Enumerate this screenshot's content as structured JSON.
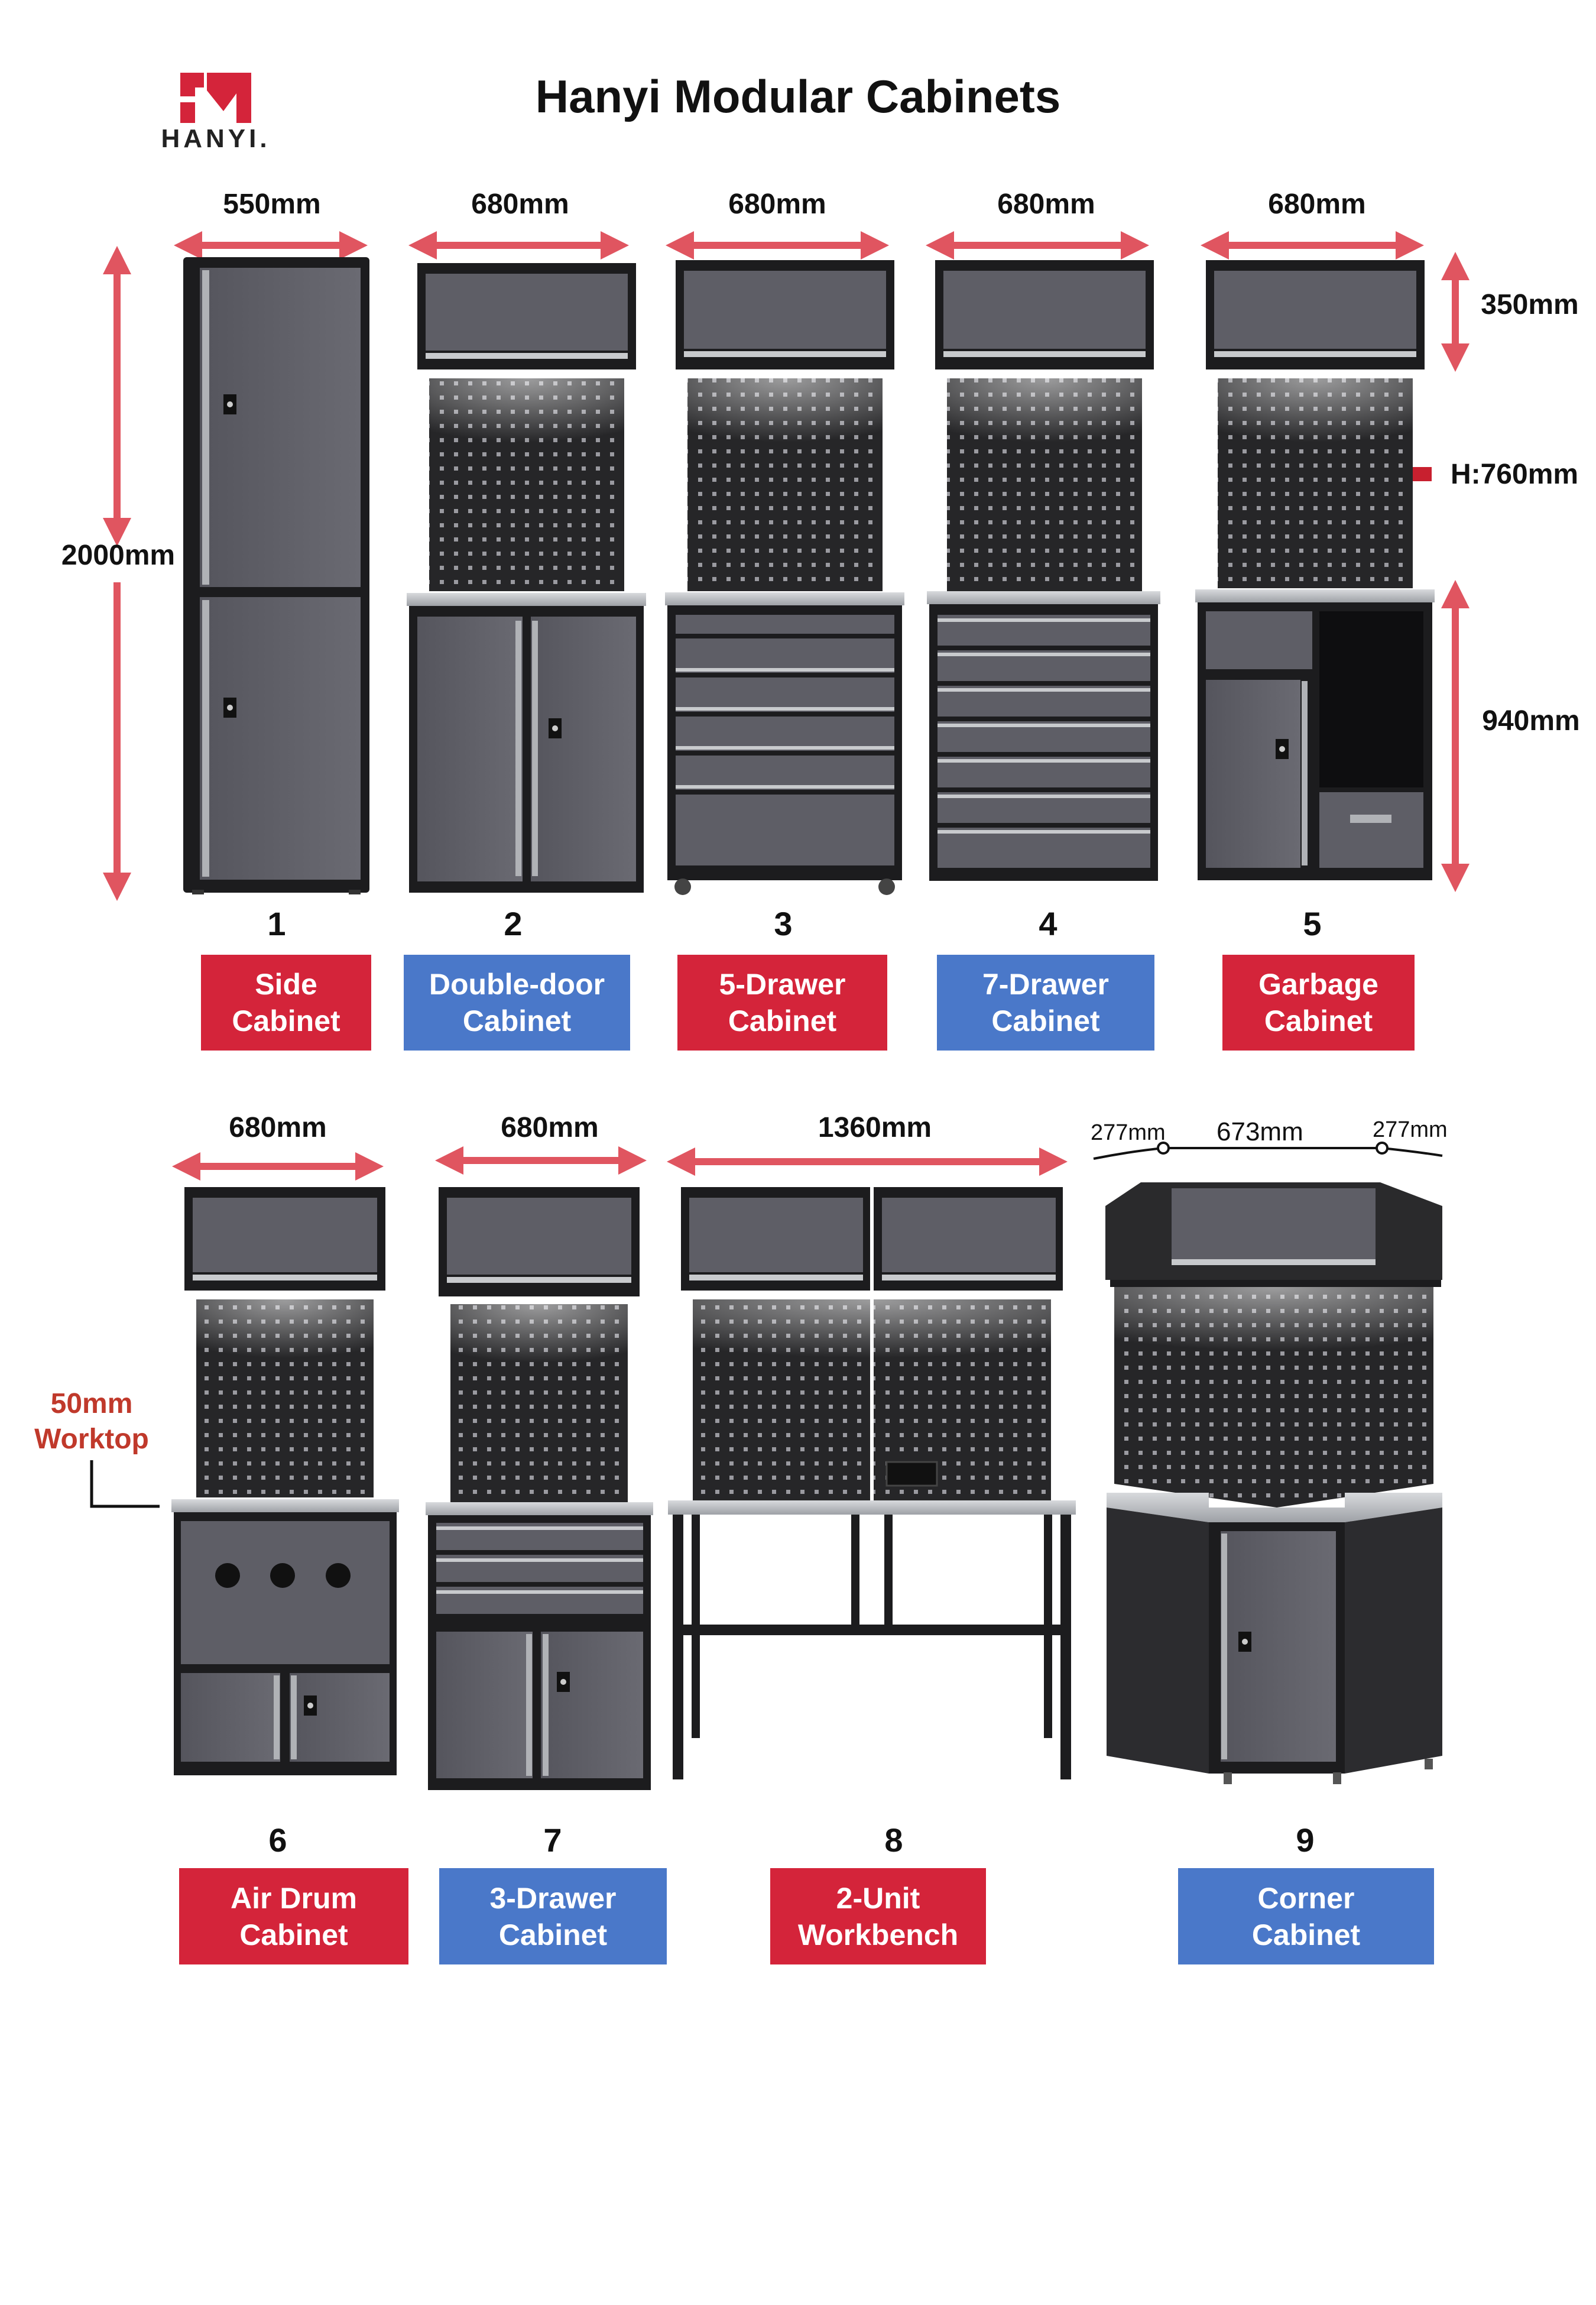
{
  "header": {
    "title": "Hanyi Modular Cabinets",
    "logo_text": "HANYI.",
    "brand_color": "#d4243a"
  },
  "row1": {
    "widths": [
      "550mm",
      "680mm",
      "680mm",
      "680mm",
      "680mm"
    ],
    "height_total": "2000mm",
    "top_height": "350mm",
    "pegboard_height": "H:760mm",
    "base_height": "940mm",
    "numbers": [
      "1",
      "2",
      "3",
      "4",
      "5"
    ],
    "labels": [
      {
        "line1": "Side",
        "line2": "Cabinet",
        "color": "#d4243a"
      },
      {
        "line1": "Double-door",
        "line2": "Cabinet",
        "color": "#4a78c9"
      },
      {
        "line1": "5-Drawer",
        "line2": "Cabinet",
        "color": "#d4243a"
      },
      {
        "line1": "7-Drawer",
        "line2": "Cabinet",
        "color": "#4a78c9"
      },
      {
        "line1": "Garbage",
        "line2": "Cabinet",
        "color": "#d4243a"
      }
    ]
  },
  "row2": {
    "widths": [
      "680mm",
      "680mm",
      "1360mm"
    ],
    "corner_widths": [
      "277mm",
      "673mm",
      "277mm"
    ],
    "worktop_note": {
      "line1": "50mm",
      "line2": "Worktop"
    },
    "numbers": [
      "6",
      "7",
      "8",
      "9"
    ],
    "labels": [
      {
        "line1": "Air Drum",
        "line2": "Cabinet",
        "color": "#d4243a"
      },
      {
        "line1": "3-Drawer",
        "line2": "Cabinet",
        "color": "#4a78c9"
      },
      {
        "line1": "2-Unit",
        "line2": "Workbench",
        "color": "#d4243a"
      },
      {
        "line1": "Corner",
        "line2": "Cabinet",
        "color": "#4a78c9"
      }
    ]
  },
  "colors": {
    "dimension_arrow": "#e05560",
    "cabinet_frame": "#1c1c1e",
    "cabinet_door": "#5e5e66",
    "pegboard": "#2a2a2c",
    "worktop": "#b9bcc0"
  }
}
